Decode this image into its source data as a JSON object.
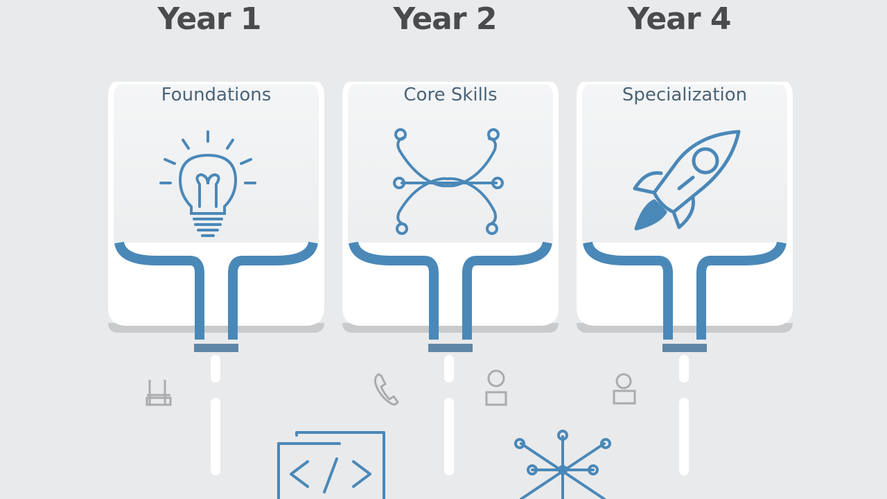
{
  "timeline": {
    "columns": [
      {
        "year": "Year 1",
        "title": "Foundations",
        "icon": "lightbulb-icon"
      },
      {
        "year": "Year 2",
        "title": "Core Skills",
        "icon": "network-nodes-icon"
      },
      {
        "year": "Year 4",
        "title": "Specialization",
        "icon": "rocket-icon"
      }
    ]
  },
  "colors": {
    "background": "#e9eaeb",
    "accent": "#4a88b8",
    "card": "#ffffff",
    "year_text": "#4a4b4d",
    "label_text": "#4b6478"
  },
  "bottom_icons": [
    "code-window-icon",
    "hub-network-icon"
  ],
  "small_icons": [
    "tools-icon",
    "phone-icon",
    "person-icon",
    "robot-icon"
  ]
}
